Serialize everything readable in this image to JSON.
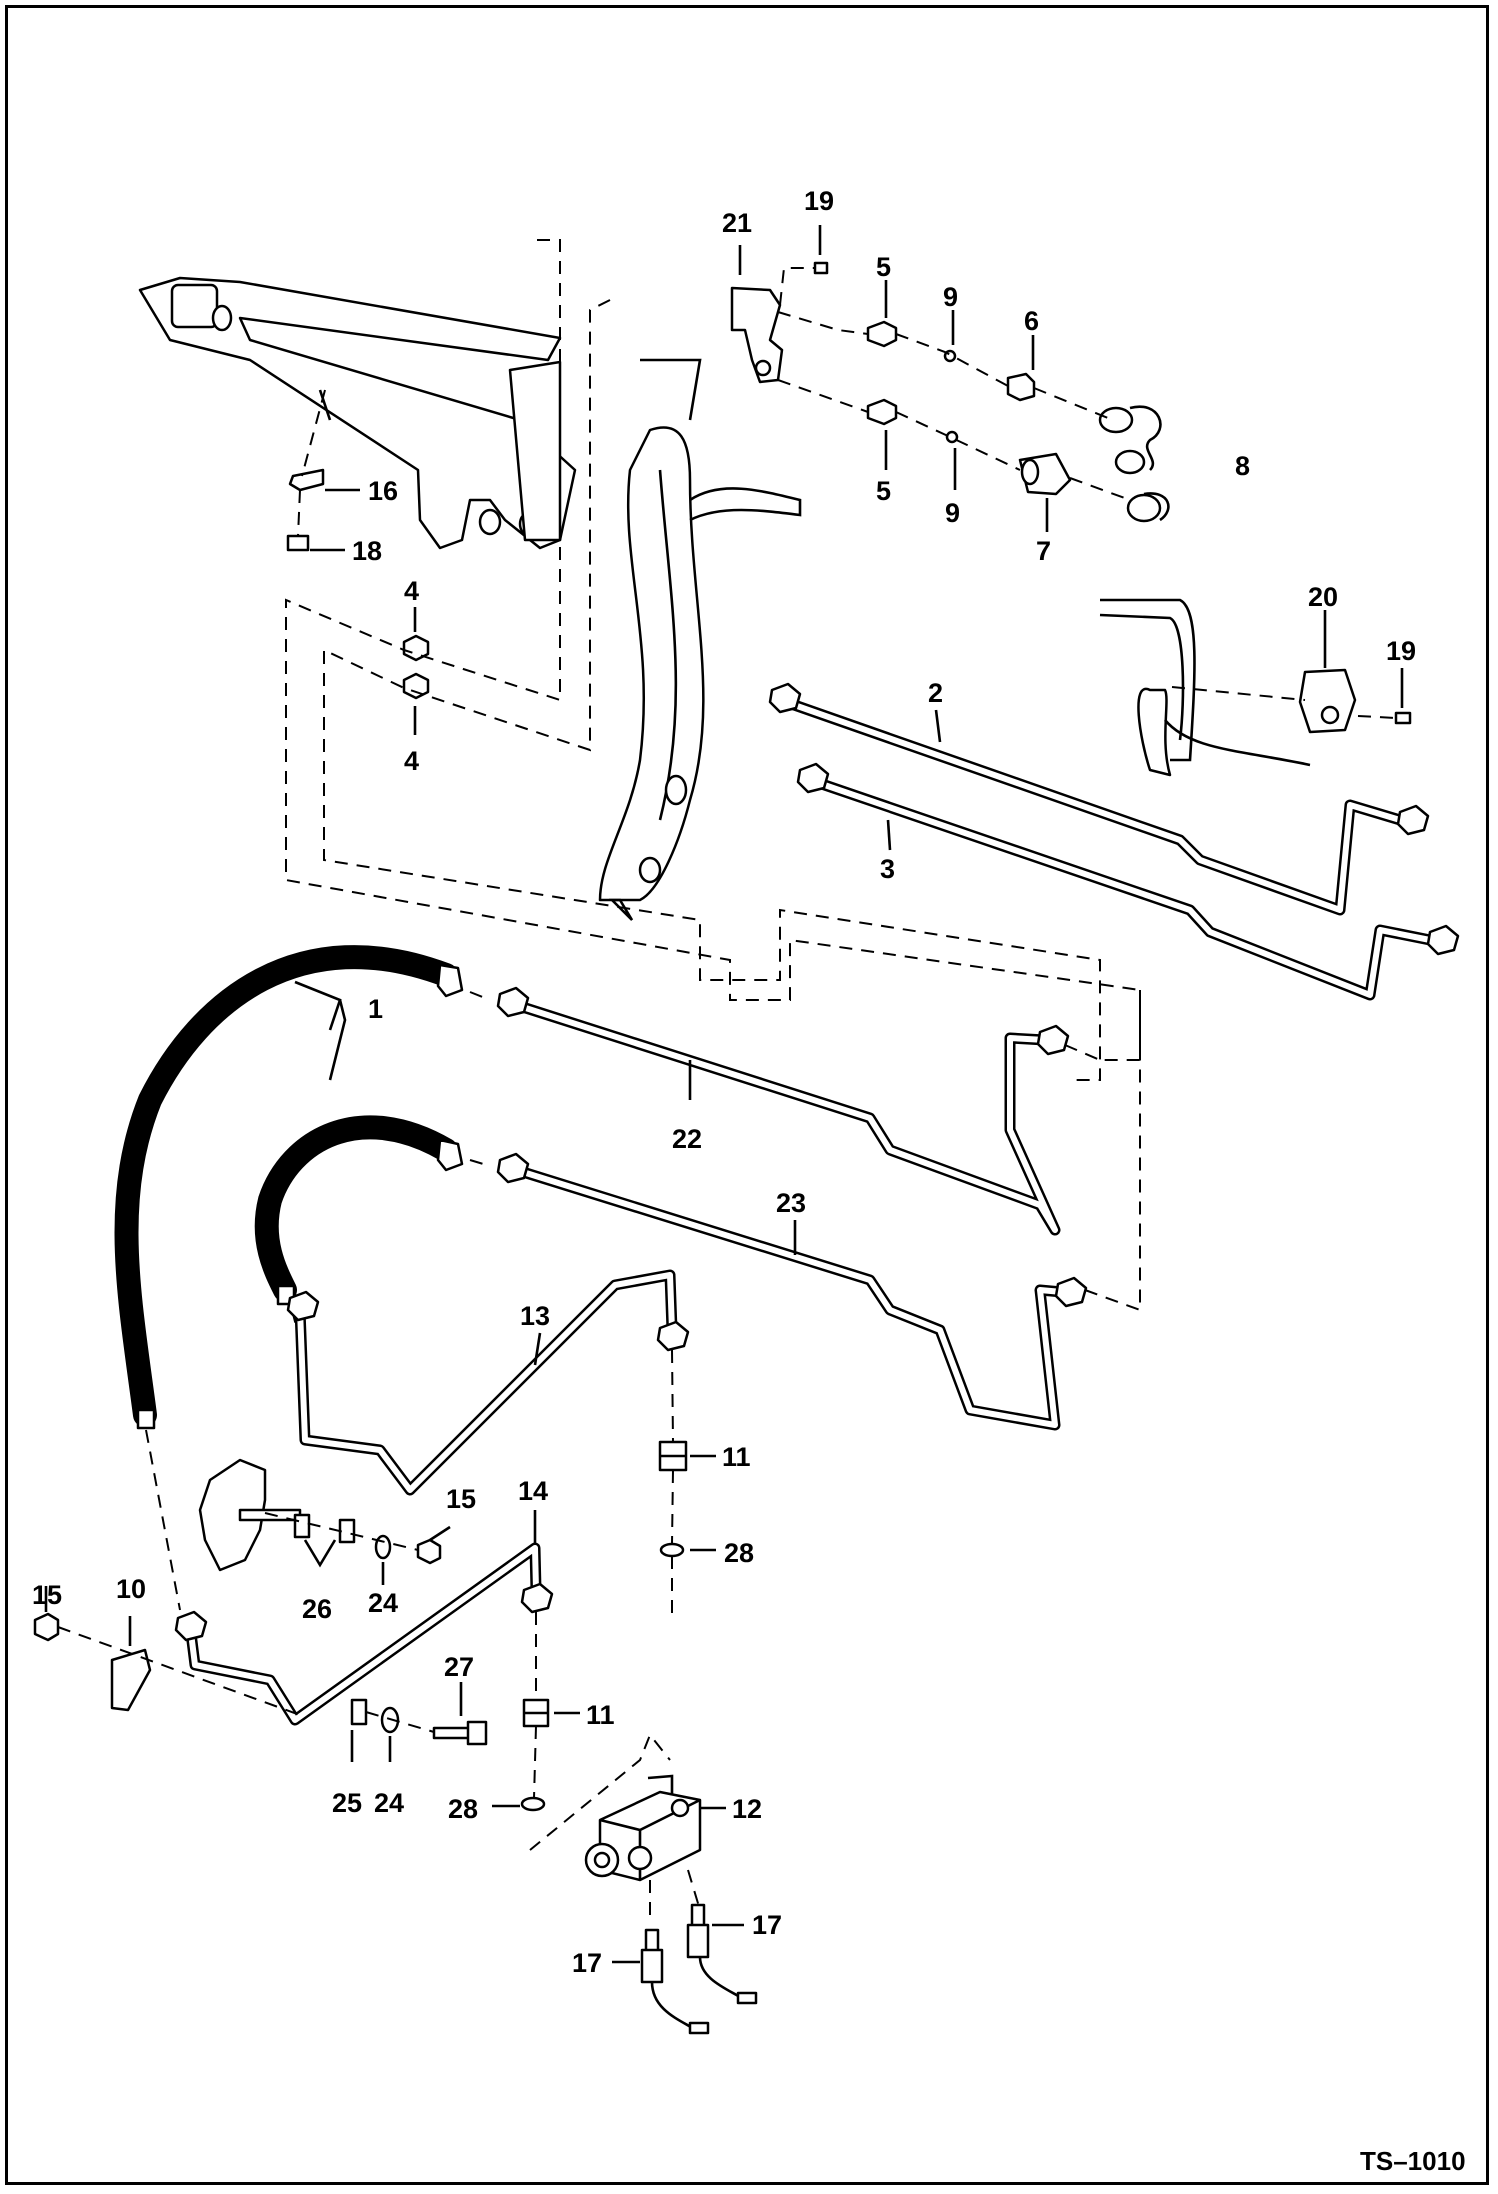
{
  "drawing_ref": "TS–1010",
  "callouts": [
    "1",
    "2",
    "3",
    "4",
    "4",
    "5",
    "5",
    "6",
    "7",
    "8",
    "9",
    "9",
    "10",
    "11",
    "11",
    "12",
    "13",
    "14",
    "15",
    "15",
    "16",
    "17",
    "17",
    "18",
    "19",
    "19",
    "20",
    "21",
    "22",
    "23",
    "24",
    "24",
    "25",
    "26",
    "27",
    "28",
    "28"
  ]
}
